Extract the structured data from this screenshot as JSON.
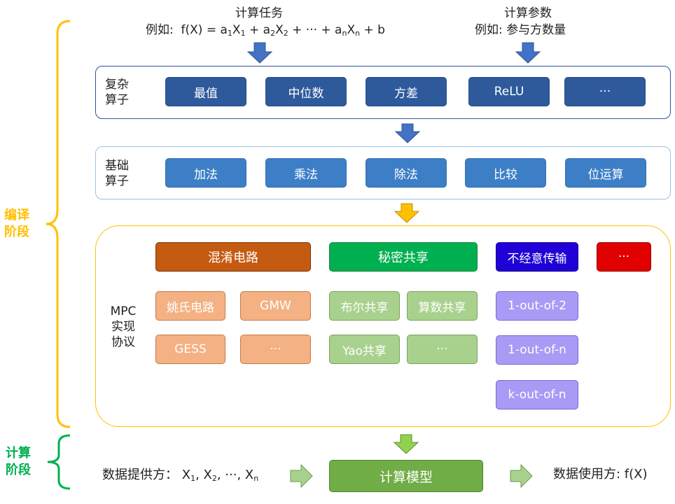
{
  "top": {
    "task_title": "计算任务",
    "task_prefix": "例如:",
    "param_title": "计算参数",
    "param_example": "例如:   参与方数量"
  },
  "complex_ops": {
    "label_line1": "复杂",
    "label_line2": "算子",
    "items": [
      "最值",
      "中位数",
      "方差",
      "ReLU",
      "···"
    ]
  },
  "basic_ops": {
    "label_line1": "基础",
    "label_line2": "算子",
    "items": [
      "加法",
      "乘法",
      "除法",
      "比较",
      "位运算"
    ]
  },
  "mpc": {
    "label_line1": "MPC",
    "label_line2": "实现",
    "label_line3": "协议",
    "categories": [
      "混淆电路",
      "秘密共享",
      "不经意传输",
      "···"
    ],
    "garbled": [
      "姚氏电路",
      "GMW",
      "GESS",
      "···"
    ],
    "secret": [
      "布尔共享",
      "算数共享",
      "Yao共享",
      "···"
    ],
    "ot": [
      "1-out-of-2",
      "1-out-of-n",
      "k-out-of-n"
    ]
  },
  "stages": {
    "compile_line1": "编译",
    "compile_line2": "阶段",
    "compute_line1": "计算",
    "compute_line2": "阶段"
  },
  "bottom": {
    "provider_label": "数据提供方：",
    "model_label": "计算模型",
    "user_label": "数据使用方:  f(X)"
  },
  "colors": {
    "compile_brace": "#ffc000",
    "compute_brace": "#00b050",
    "arrow_blue": "#4472c4",
    "arrow_gold": "#ffc000",
    "arrow_green": "#70ad47"
  }
}
